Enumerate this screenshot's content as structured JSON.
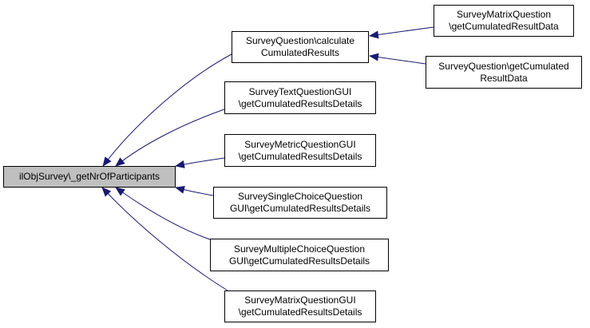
{
  "colors": {
    "edge": "#191970",
    "node_border": "#000000",
    "node_fill": "#ffffff",
    "root_fill": "#bfbfbf"
  },
  "nodes": {
    "root": {
      "line1": "ilObjSurvey\\_getNrOfParticipants"
    },
    "calc_cumulated": {
      "line1": "SurveyQuestion\\calculate",
      "line2": "CumulatedResults"
    },
    "matrix_result_data": {
      "line1": "SurveyMatrixQuestion",
      "line2": "\\getCumulatedResultData"
    },
    "question_result_data": {
      "line1": "SurveyQuestion\\getCumulated",
      "line2": "ResultData"
    },
    "text_gui": {
      "line1": "SurveyTextQuestionGUI",
      "line2": "\\getCumulatedResultsDetails"
    },
    "metric_gui": {
      "line1": "SurveyMetricQuestionGUI",
      "line2": "\\getCumulatedResultsDetails"
    },
    "single_gui": {
      "line1": "SurveySingleChoiceQuestion",
      "line2": "GUI\\getCumulatedResultsDetails"
    },
    "multiple_gui": {
      "line1": "SurveyMultipleChoiceQuestion",
      "line2": "GUI\\getCumulatedResultsDetails"
    },
    "matrix_gui": {
      "line1": "SurveyMatrixQuestionGUI",
      "line2": "\\getCumulatedResultsDetails"
    }
  }
}
